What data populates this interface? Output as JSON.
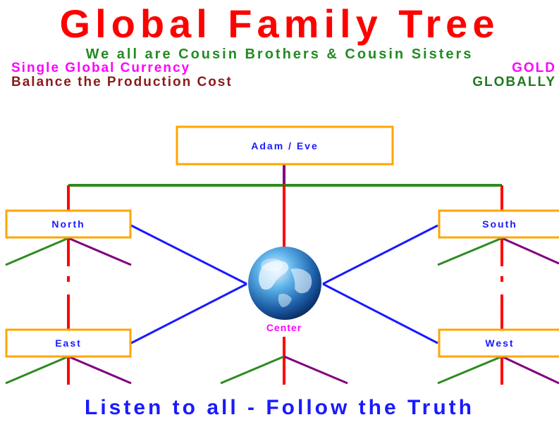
{
  "header": {
    "title": "Global Family Tree",
    "tagline": "We all are Cousin Brothers & Cousin Sisters",
    "currency_label": "Single Global Currency",
    "currency_value": "GOLD",
    "cost_label": "Balance the Production Cost",
    "cost_value": "GLOBALLY"
  },
  "tree": {
    "root": "Adam / Eve",
    "north": "North",
    "south": "South",
    "east": "East",
    "west": "West",
    "center": "Center"
  },
  "footer": {
    "slogan": "Listen to all - Follow the Truth"
  },
  "colors": {
    "title": "#ff0000",
    "tagline": "#228b22",
    "currency": "#ff00ff",
    "cost": "#8b1a1a",
    "globally": "#1f7a1f",
    "box_border": "#ffa500",
    "box_text": "#1a1aff",
    "center_text": "#ff00ff",
    "line_red": "#ff0000",
    "line_green": "#2e8b22",
    "line_purple": "#800080",
    "line_blue": "#1a1aff",
    "footer": "#1a1aff"
  },
  "icons": {
    "center": "globe-icon"
  }
}
